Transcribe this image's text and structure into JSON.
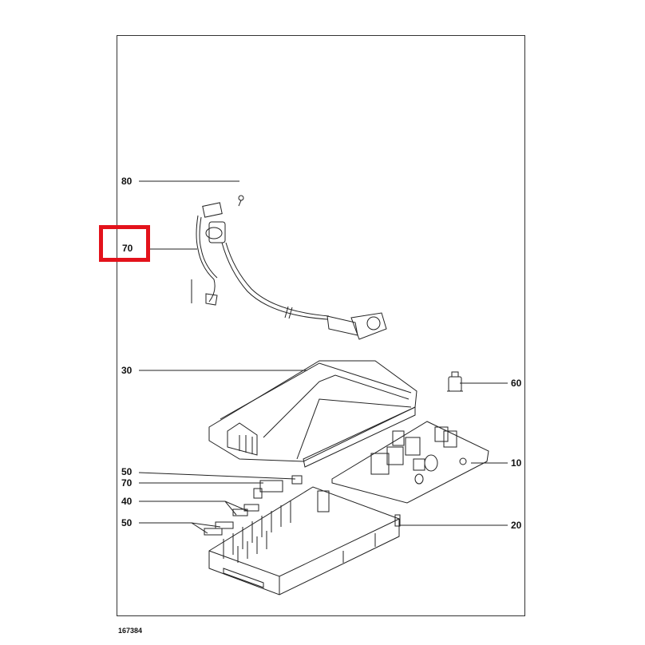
{
  "diagram": {
    "figure_number": "167384",
    "highlight_color": "#e3121b",
    "callouts": {
      "c80": "80",
      "c70_top": "70",
      "c30": "30",
      "c60": "60",
      "c10": "10",
      "c50_a": "50",
      "c70_b": "70",
      "c40": "40",
      "c50_b": "50",
      "c20": "20"
    },
    "highlighted_callout": "70"
  }
}
